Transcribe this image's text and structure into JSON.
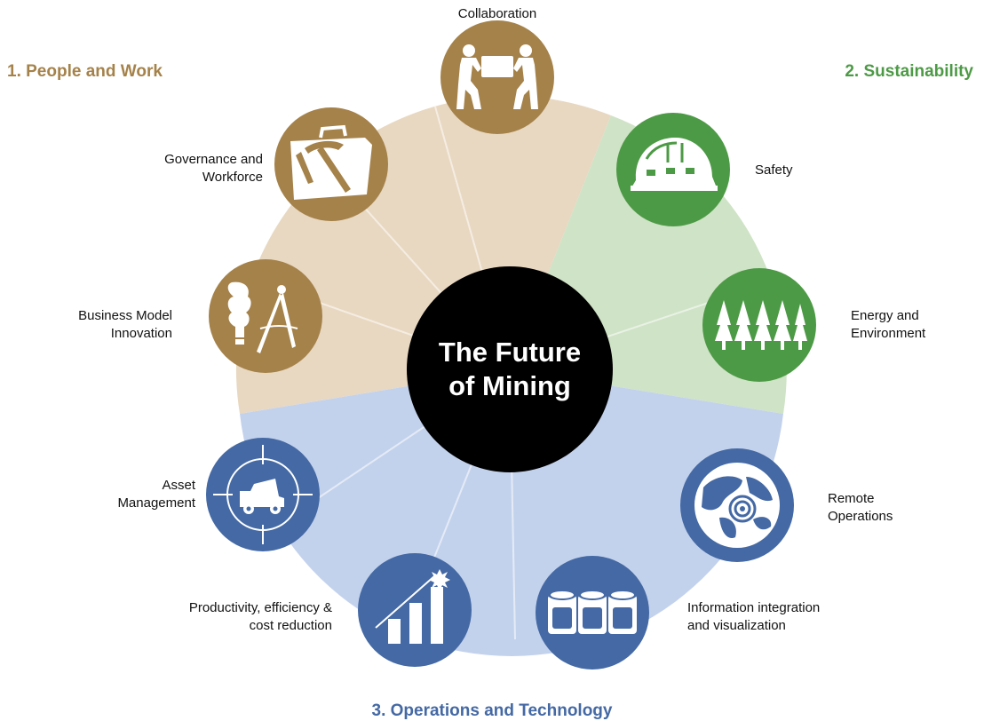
{
  "colors": {
    "people": "#a5824a",
    "people_light": "#e8d8c1",
    "sustainability": "#4d9a46",
    "sustainability_light": "#cfe3c6",
    "operations": "#4469a4",
    "operations_light": "#c3d2ec",
    "center": "#000000"
  },
  "center": {
    "line1": "The Future",
    "line2": "of Mining"
  },
  "groups": {
    "people": "1. People and Work",
    "sustainability": "2. Sustainability",
    "operations": "3. Operations and Technology"
  },
  "items": [
    {
      "label1": "Collaboration",
      "label2": "",
      "icon": "people-lifting-box-icon"
    },
    {
      "label1": "Safety",
      "label2": "",
      "icon": "hard-hat-icon"
    },
    {
      "label1": "Energy and",
      "label2": "Environment",
      "icon": "trees-icon"
    },
    {
      "label1": "Remote",
      "label2": "Operations",
      "icon": "globe-target-icon"
    },
    {
      "label1": "Information integration",
      "label2": "and visualization",
      "icon": "database-cylinders-icon"
    },
    {
      "label1": "Productivity, efficiency &",
      "label2": "cost reduction",
      "icon": "growth-bar-chart-icon"
    },
    {
      "label1": "Asset",
      "label2": "Management",
      "icon": "truck-crosshair-icon"
    },
    {
      "label1": "Business Model",
      "label2": "Innovation",
      "icon": "lightbulb-compass-icon"
    },
    {
      "label1": "Governance and",
      "label2": "Workforce",
      "icon": "briefcase-pickaxe-icon"
    }
  ]
}
